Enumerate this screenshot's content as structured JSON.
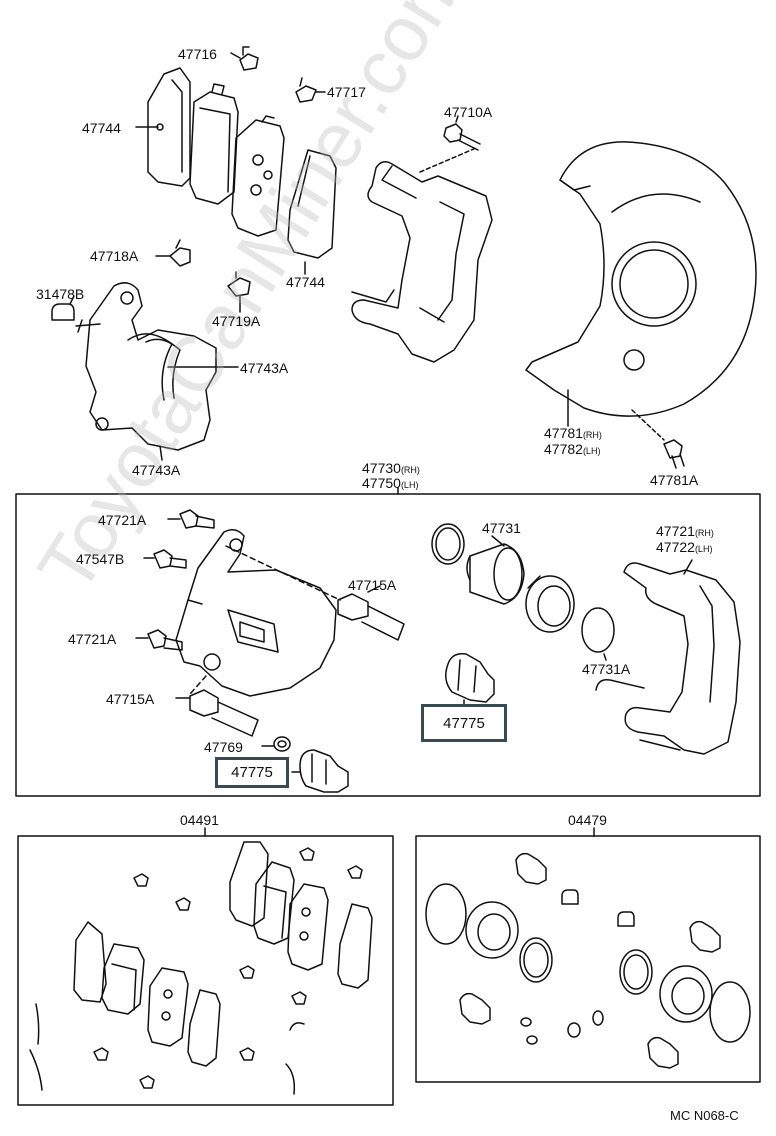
{
  "diagram": {
    "labels": {
      "p47716": "47716",
      "p47717": "47717",
      "p47744a": "47744",
      "p47710A": "47710A",
      "p47744b": "47744",
      "p47718A": "47718A",
      "p31478B": "31478B",
      "p47719A": "47719A",
      "p47743A_top": "47743A",
      "p47743A_bot": "47743A",
      "p47781": "47781",
      "p47782": "47782",
      "rh1": "(RH)",
      "lh1": "(LH)",
      "p47781A": "47781A",
      "p47730": "47730",
      "p47750": "47750",
      "rh2": "(RH)",
      "lh2": "(LH)",
      "p47721A_1": "47721A",
      "p47547B": "47547B",
      "p47721A_2": "47721A",
      "p47715A_1": "47715A",
      "p47715A_2": "47715A",
      "p47769": "47769",
      "p47731": "47731",
      "p47731A": "47731A",
      "p47721": "47721",
      "p47722": "47722",
      "rh3": "(RH)",
      "lh3": "(LH)",
      "p04491": "04491",
      "p04479": "04479"
    },
    "highlighted": {
      "h1": "47775",
      "h2": "47775"
    },
    "reference_code": "MC N068-C",
    "watermark": "ToyotaCanMiner.com"
  },
  "colors": {
    "line": "#111111",
    "highlight_border": "#3a4a52",
    "watermark": "#b9b9b9"
  }
}
